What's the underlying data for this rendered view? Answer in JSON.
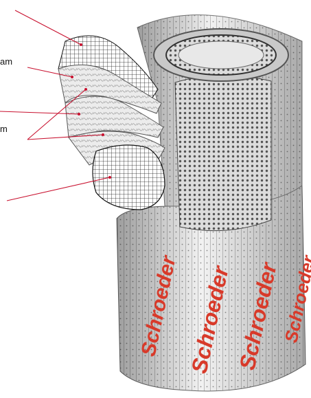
{
  "labels": [
    "am",
    "m"
  ],
  "brand": {
    "text": "Schroeder",
    "color": "#d83a2a"
  },
  "colors": {
    "leader_line": "#c8102e",
    "mesh": "#1a1a1a"
  }
}
